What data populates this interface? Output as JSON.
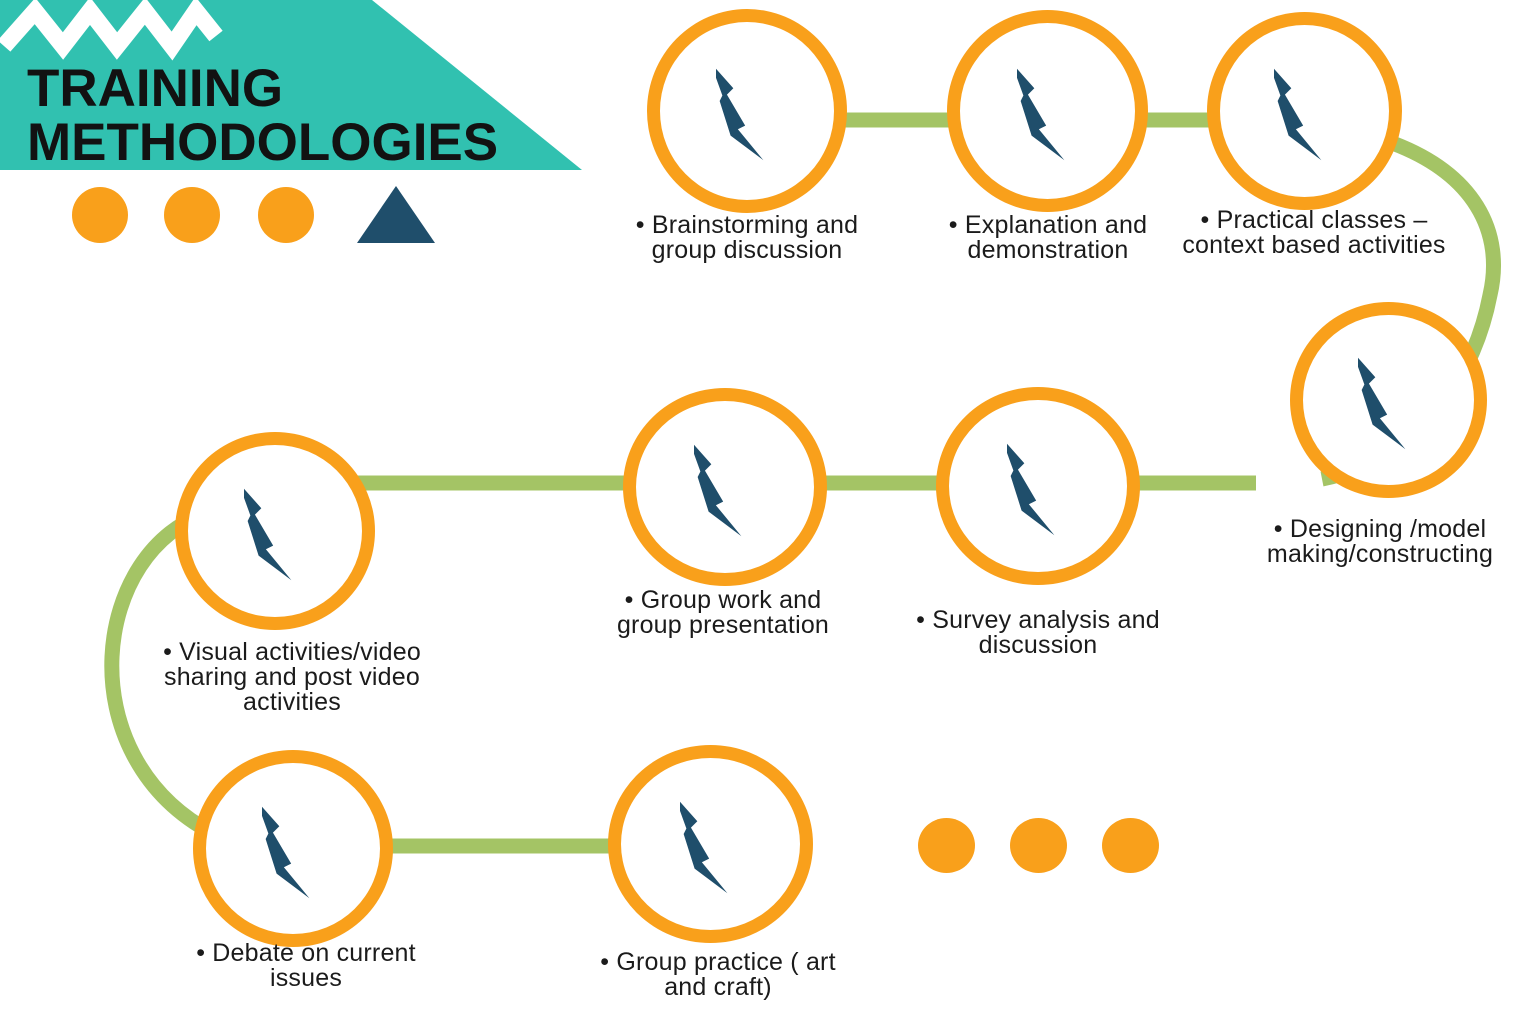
{
  "title": "TRAINING\nMETHODOLOGIES",
  "colors": {
    "teal": "#31C1B0",
    "orange": "#F9A01B",
    "green": "#A4C465",
    "navy": "#1F4E6B",
    "ink": "#1B1B1B",
    "white": "#FFFFFF"
  },
  "nodes": [
    {
      "id": "brainstorming",
      "icon": "lightning-bolt-icon",
      "label": "• Brainstorming and\ngroup discussion"
    },
    {
      "id": "explanation",
      "icon": "lightning-bolt-icon",
      "label": "• Explanation and\ndemonstration"
    },
    {
      "id": "practical-classes",
      "icon": "lightning-bolt-icon",
      "label": "• Practical classes –\ncontext based activities"
    },
    {
      "id": "designing",
      "icon": "lightning-bolt-icon",
      "label": "• Designing /model\nmaking/constructing"
    },
    {
      "id": "group-work",
      "icon": "lightning-bolt-icon",
      "label": "• Group work and\ngroup presentation"
    },
    {
      "id": "survey-analysis",
      "icon": "lightning-bolt-icon",
      "label": "• Survey analysis and\ndiscussion"
    },
    {
      "id": "visual-activities",
      "icon": "lightning-bolt-icon",
      "label": "• Visual activities/video\nsharing and post video\nactivities"
    },
    {
      "id": "debate",
      "icon": "lightning-bolt-icon",
      "label": "• Debate on current\nissues"
    },
    {
      "id": "group-practice",
      "icon": "lightning-bolt-icon",
      "label": "• Group practice ( art\nand craft)"
    }
  ],
  "decorations": {
    "header_zigzag": "white-zigzag",
    "title_dots_count": 3,
    "title_triangle": "navy-triangle",
    "footer_dots_count": 3
  }
}
